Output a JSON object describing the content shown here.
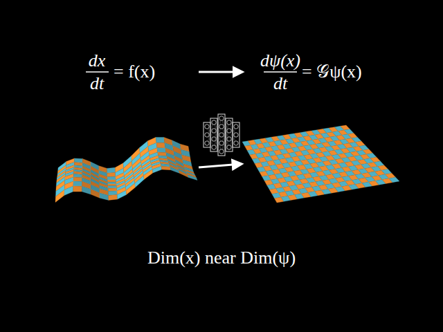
{
  "diagram": {
    "caption": "Dim(x) near Dim(ψ)",
    "labels": [
      "dx",
      "dt",
      "= f(x)",
      "dψ(x)",
      "dt",
      "= 𝒢ψ(x)"
    ]
  }
}
